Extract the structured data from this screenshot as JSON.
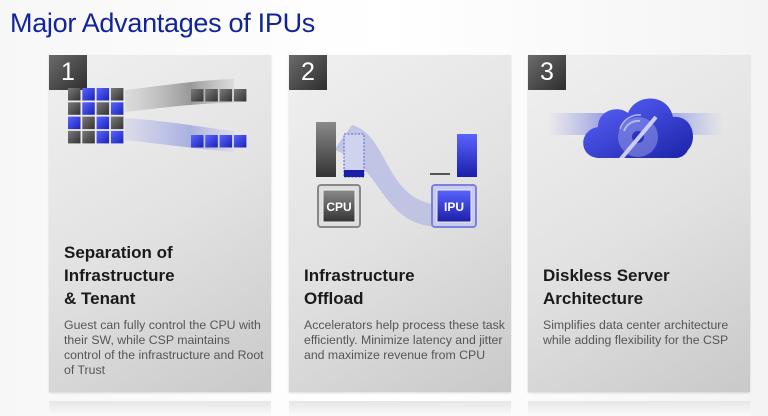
{
  "title": "Major Advantages of IPUs",
  "cards": [
    {
      "number": "1",
      "heading": "Separation of\nInfrastructure\n& Tenant",
      "body": "Guest can fully control the CPU with their SW, while CSP maintains control of the infrastructure and Root of Trust"
    },
    {
      "number": "2",
      "heading": "Infrastructure\nOffload",
      "body": "Accelerators help process these task efficiently. Minimize latency and jitter and maximize revenue from CPU",
      "cpu_label": "CPU",
      "ipu_label": "IPU"
    },
    {
      "number": "3",
      "heading": "Diskless Server\nArchitecture",
      "body": "Simplifies data center architecture while adding flexibility for the CSP"
    }
  ],
  "colors": {
    "title": "#12249a",
    "blue": "#3a46e0",
    "dark": "#4a4a4a"
  }
}
